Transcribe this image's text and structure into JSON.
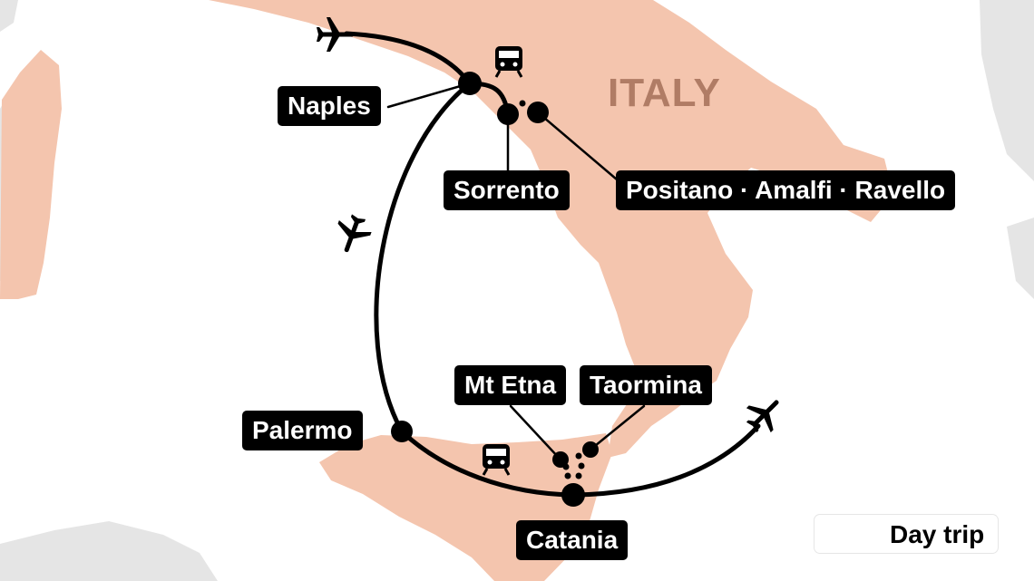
{
  "map": {
    "country_label": "ITALY",
    "colors": {
      "land_highlight": "#f4c5ae",
      "land_neighbor": "#e5e5e5",
      "sea": "#ffffff",
      "route": "#000000",
      "country_label": "#b07c65",
      "label_bg": "#000000",
      "label_text": "#ffffff"
    },
    "places": {
      "naples": "Naples",
      "sorrento": "Sorrento",
      "amalfi_coast": "Positano · Amalfi · Ravello",
      "mt_etna": "Mt Etna",
      "taormina": "Taormina",
      "palermo": "Palermo",
      "catania": "Catania"
    },
    "transport_icons": [
      "airplane-icon",
      "train-icon"
    ],
    "legend": {
      "label": "Day trip",
      "icon": "day-trip-dots-icon"
    }
  }
}
